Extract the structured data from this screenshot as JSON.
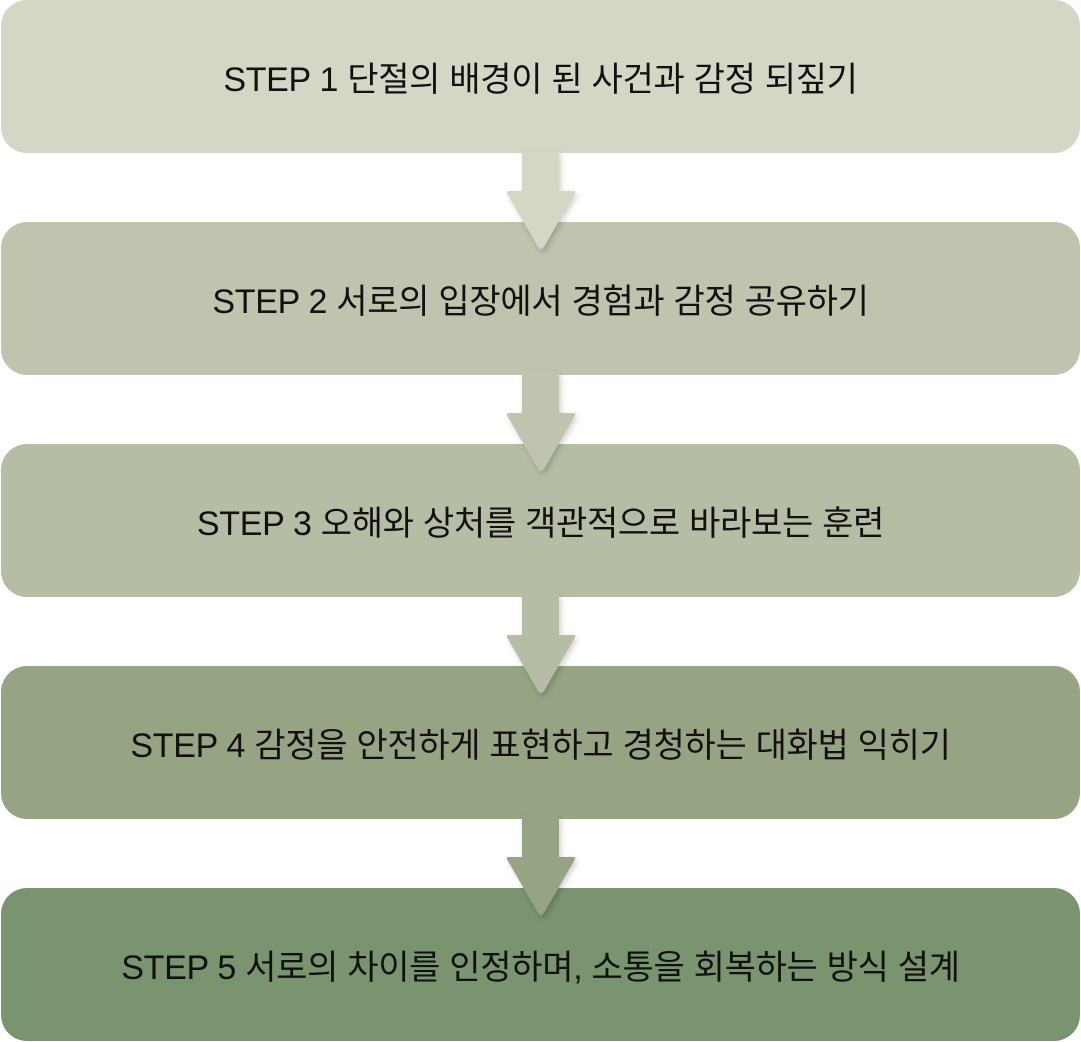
{
  "steps": [
    {
      "label": "STEP 1 단절의 배경이 된 사건과 감정 되짚기",
      "color": "#d4d6c6"
    },
    {
      "label": "STEP 2 서로의 입장에서 경험과 감정 공유하기",
      "color": "#bfc4ae"
    },
    {
      "label": "STEP 3 오해와 상처를 객관적으로 바라보는 훈련",
      "color": "#b5bea5"
    },
    {
      "label": "STEP 4 감정을 안전하게 표현하고 경청하는 대화법 익히기",
      "color": "#96a484"
    },
    {
      "label": "STEP 5 서로의 차이를 인정하며, 소통을 회복하는 방식 설계",
      "color": "#7a9470"
    }
  ]
}
